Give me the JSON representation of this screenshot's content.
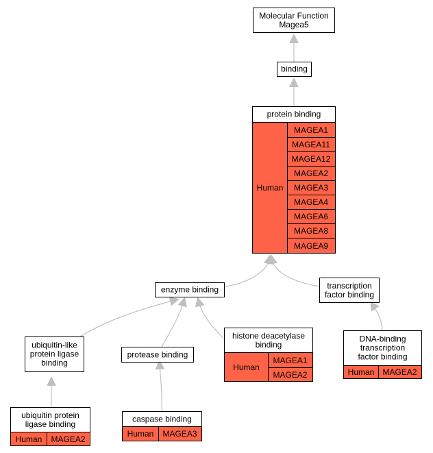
{
  "nodes": {
    "root": {
      "lines": [
        "Molecular Function",
        "Magea5"
      ]
    },
    "binding": {
      "lines": [
        "binding"
      ]
    },
    "protein_binding": {
      "lines": [
        "protein binding"
      ],
      "species": "Human",
      "genes": [
        "MAGEA1",
        "MAGEA11",
        "MAGEA12",
        "MAGEA2",
        "MAGEA3",
        "MAGEA4",
        "MAGEA6",
        "MAGEA8",
        "MAGEA9"
      ]
    },
    "enzyme_binding": {
      "lines": [
        "enzyme binding"
      ]
    },
    "transcription_factor_binding": {
      "lines": [
        "transcription",
        "factor binding"
      ]
    },
    "ubiquitin_like": {
      "lines": [
        "ubiquitin-like",
        "protein ligase",
        "binding"
      ]
    },
    "protease_binding": {
      "lines": [
        "protease binding"
      ]
    },
    "histone_deacetylase_binding": {
      "lines": [
        "histone deacetylase",
        "binding"
      ],
      "species": "Human",
      "genes": [
        "MAGEA1",
        "MAGEA2"
      ]
    },
    "dna_binding_tf_binding": {
      "lines": [
        "DNA-binding",
        "transcription",
        "factor binding"
      ],
      "species": "Human",
      "genes": [
        "MAGEA2"
      ]
    },
    "ubiquitin_protein_ligase_binding": {
      "lines": [
        "ubiquitin protein",
        "ligase binding"
      ],
      "species": "Human",
      "genes": [
        "MAGEA2"
      ]
    },
    "caspase_binding": {
      "lines": [
        "caspase binding"
      ],
      "species": "Human",
      "genes": [
        "MAGEA3"
      ]
    }
  },
  "colors": {
    "gene_fill": "#ff6347",
    "edge": "#c0c0c0",
    "border": "#000000"
  }
}
